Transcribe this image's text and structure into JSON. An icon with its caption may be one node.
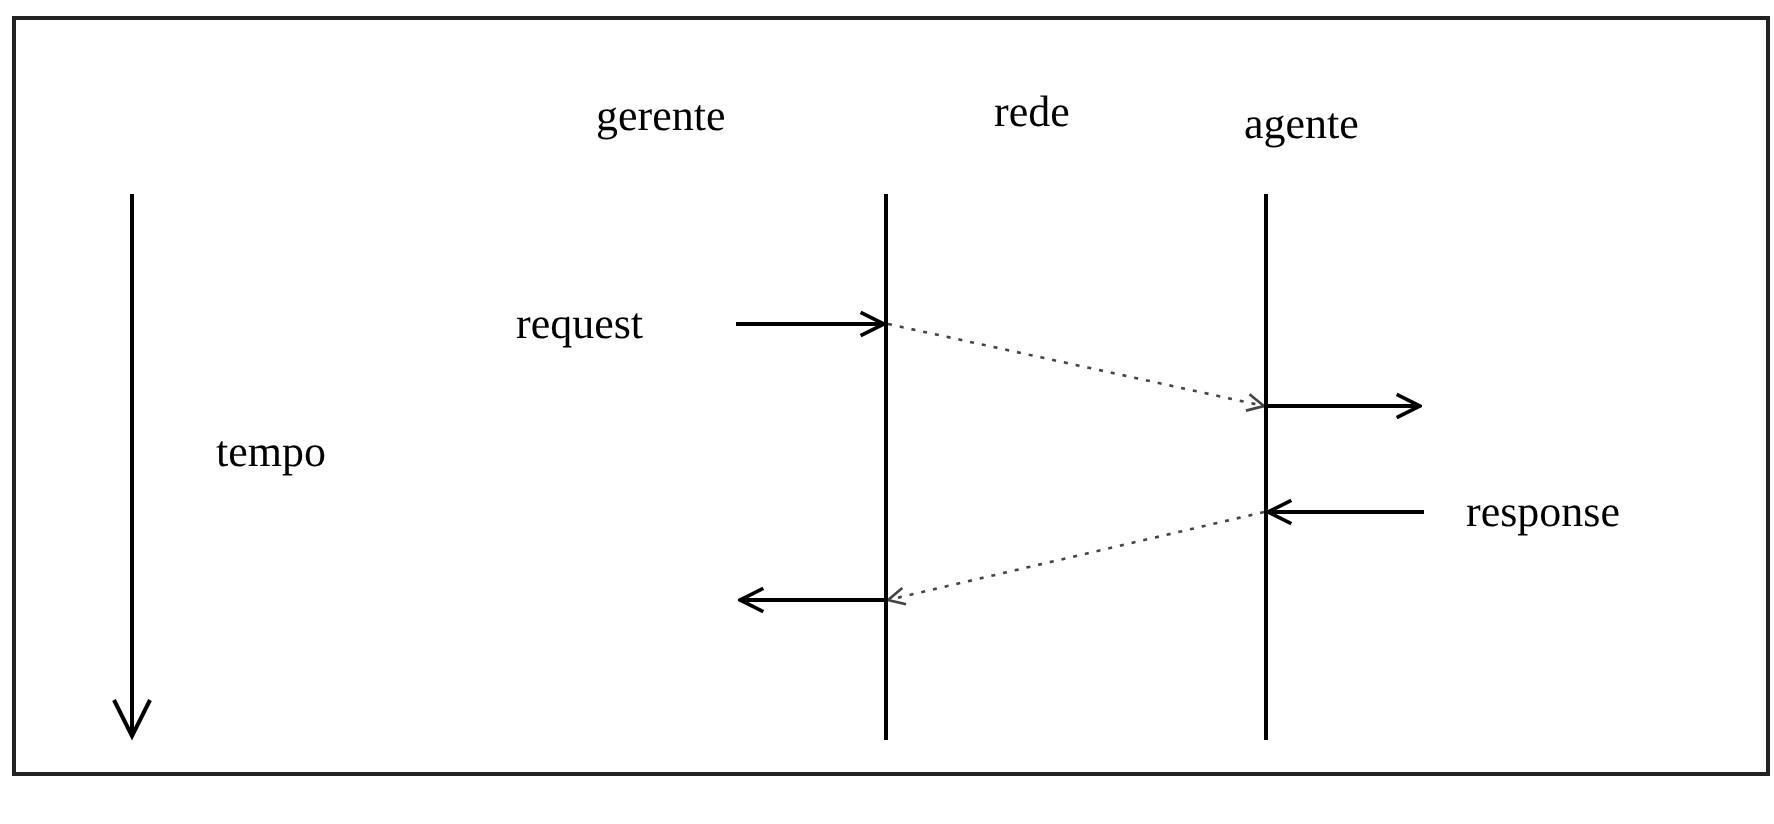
{
  "diagram": {
    "nodes": [
      {
        "text": [
          "request"
        ]
      },
      {
        "text": [],
        "shape": "bar"
      },
      {
        "text": [],
        "shape": "bar"
      },
      {
        "text": [
          "response"
        ]
      }
    ],
    "edges": [
      {
        "from": 0,
        "to": 1,
        "arrow": "to"
      },
      {
        "from": 1,
        "to": 2,
        "arrow": "to",
        "style": "dashed"
      },
      {
        "from": 2,
        "to": null,
        "arrow": "to"
      },
      {
        "from": 3,
        "to": 2,
        "arrow": "to"
      },
      {
        "from": 2,
        "to": 1,
        "arrow": "to",
        "style": "dashed"
      },
      {
        "from": 1,
        "to": null,
        "arrow": "to"
      }
    ],
    "labels": [
      "gerente",
      "rede",
      "agente",
      "tempo"
    ]
  }
}
